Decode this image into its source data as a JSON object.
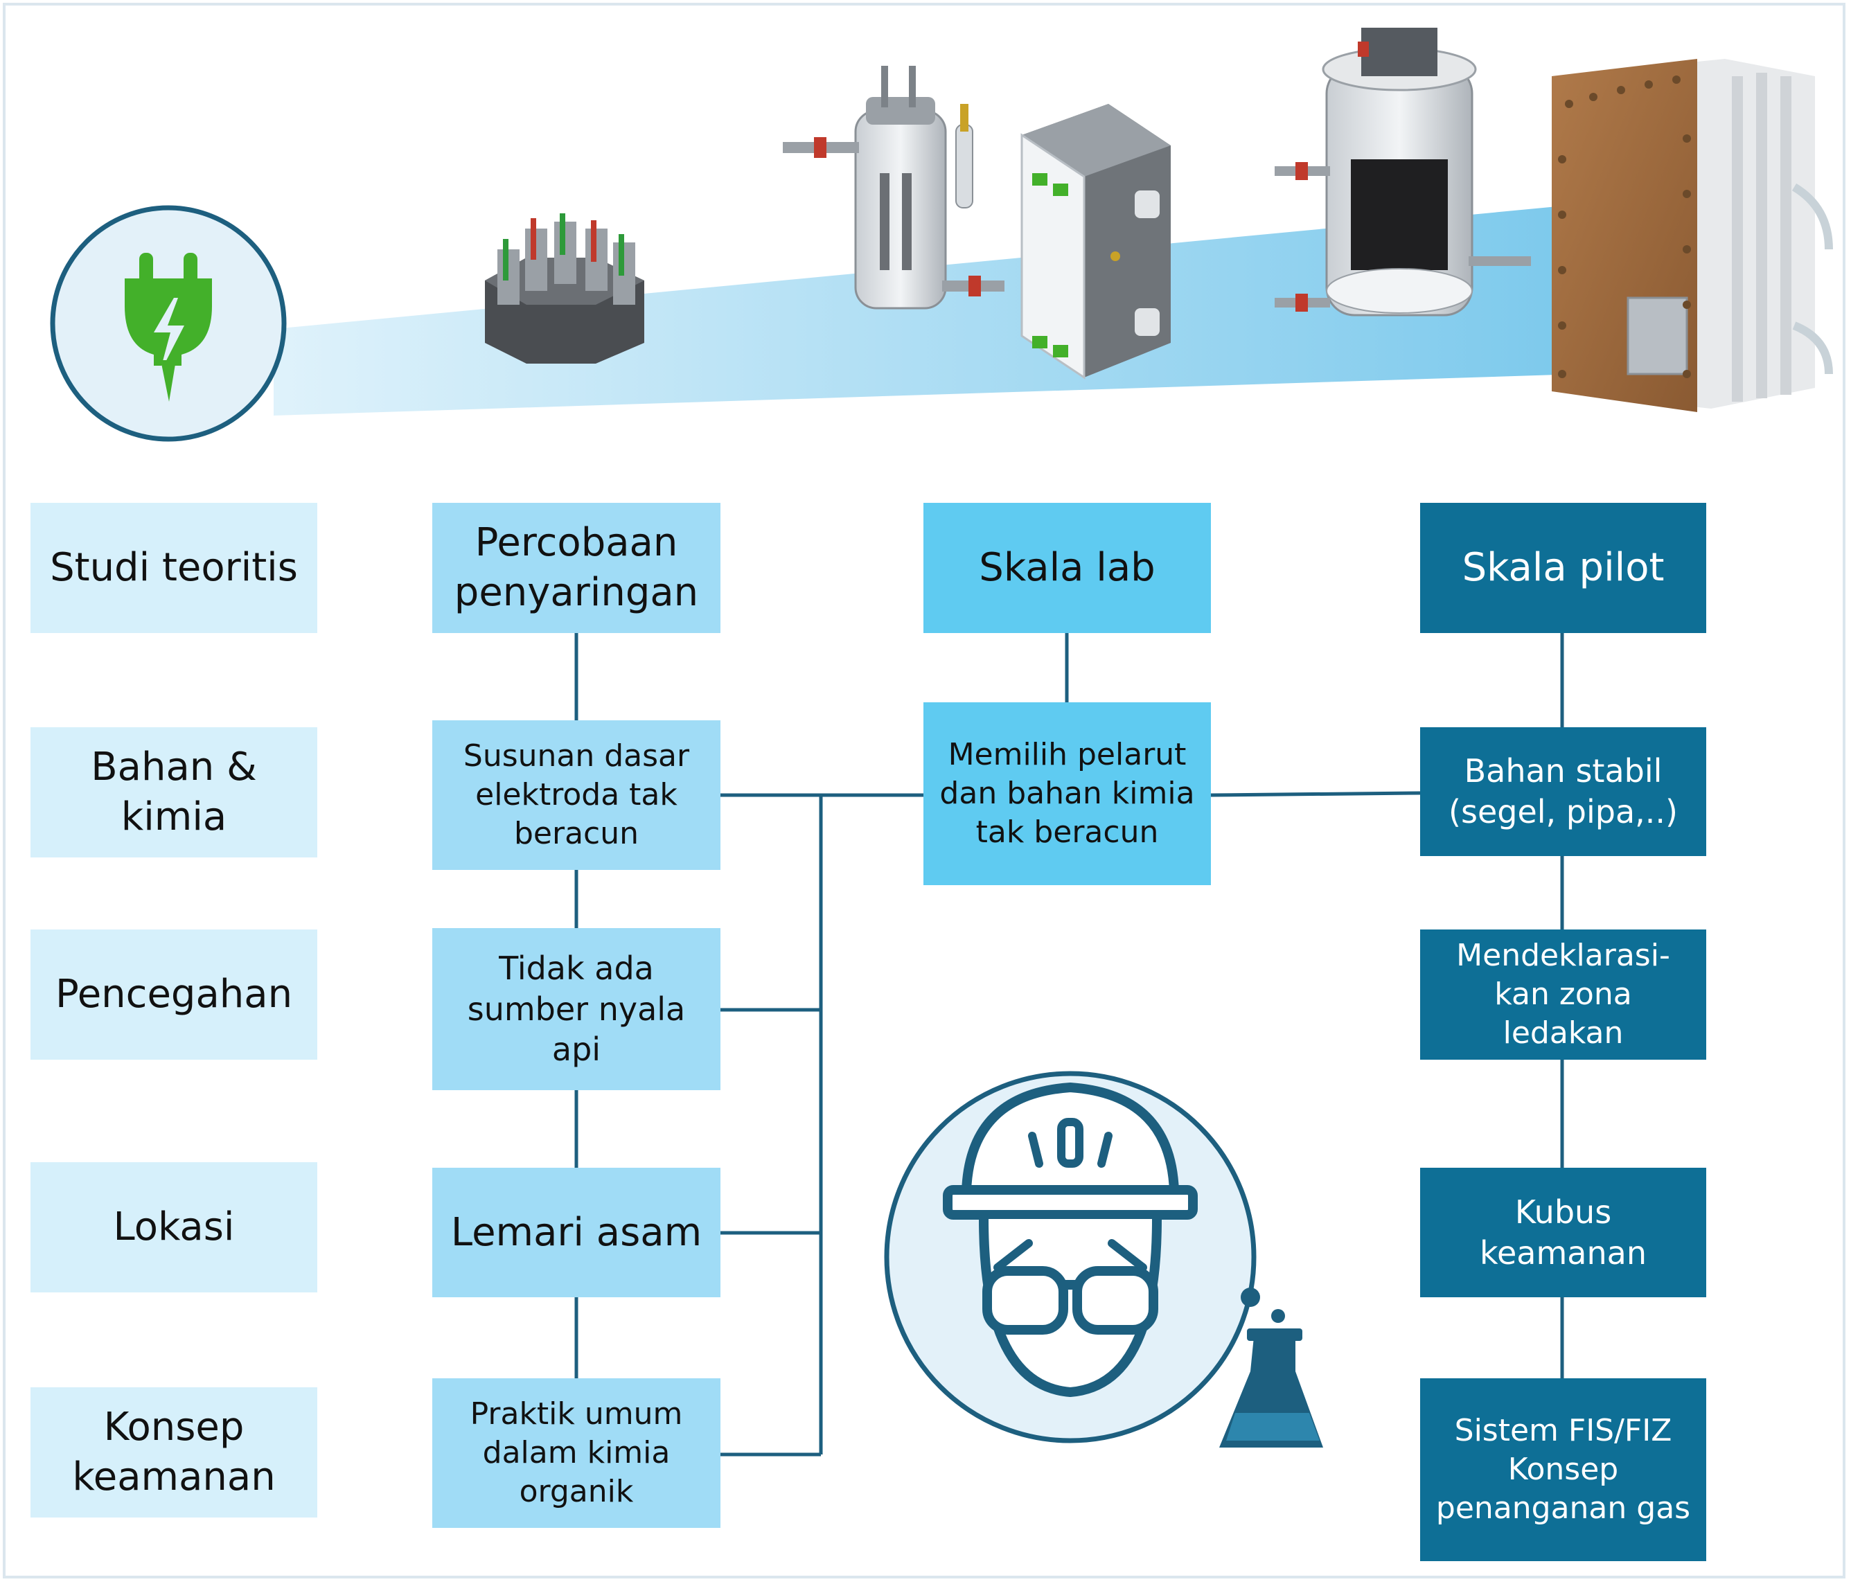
{
  "labels": [
    {
      "id": "l1",
      "text": "Studi teoritis"
    },
    {
      "id": "l2",
      "text": "Bahan & kimia"
    },
    {
      "id": "l3",
      "text": "Pencegahan"
    },
    {
      "id": "l4",
      "text": "Lokasi"
    },
    {
      "id": "l5",
      "text": "Konsep keamanan"
    }
  ],
  "screening": {
    "head": "Percobaan penyaringan",
    "items": [
      "Susunan dasar elektroda tak beracun",
      "Tidak ada sumber nyala api",
      "Lemari asam",
      "Praktik umum dalam kimia organik"
    ]
  },
  "lab": {
    "head": "Skala lab",
    "items": [
      "Memilih pelarut dan bahan kimia tak beracun"
    ]
  },
  "pilot": {
    "head": "Skala pilot",
    "items": [
      "Bahan stabil (segel, pipa,..)",
      "Mendeklarasi-kan zona ledakan",
      "Kubus keamanan",
      "Sistem FIS/FIZ Konsep penanganan gas"
    ]
  },
  "icons": [
    "power-plug-icon",
    "safety-worker-icon",
    "flask-icon"
  ],
  "colors": {
    "c0": "#d6f0fb",
    "c1": "#a0dcf6",
    "c2": "#5fcbf1",
    "c3": "#0e6f96",
    "line": "#1d5f7f",
    "icon_green": "#43b02a"
  }
}
